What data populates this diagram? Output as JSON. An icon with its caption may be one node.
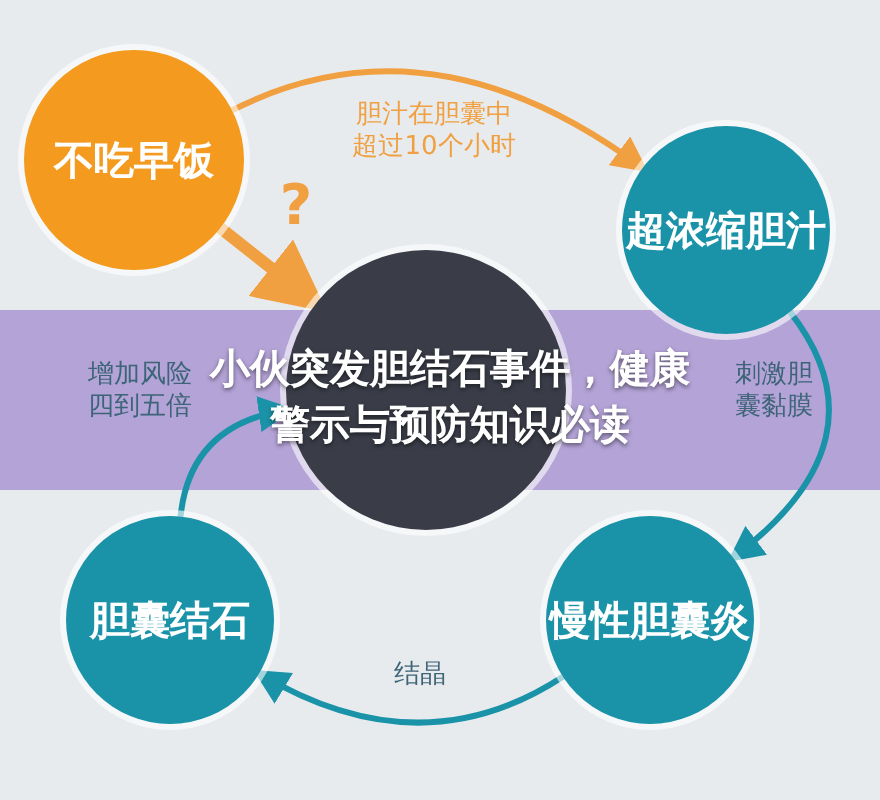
{
  "diagram": {
    "title": "小伙突发胆结石事件，健康警示与预防知识必读",
    "nodes": [
      {
        "text": [
          "不吃早饭"
        ]
      },
      {
        "text": [
          "超浓缩胆汁"
        ]
      },
      {
        "text": [],
        "shape": "circle"
      },
      {
        "text": [
          "胆囊结石"
        ]
      },
      {
        "text": [
          "慢性胆囊炎"
        ]
      }
    ],
    "edges": [
      {
        "from": 0,
        "to": 1,
        "arrow": "to",
        "label": "胆汁在胆囊中超过10个小时",
        "color": "#f0a040"
      },
      {
        "from": 1,
        "to": 4,
        "arrow": "to",
        "label": "刺激胆囊黏膜"
      },
      {
        "from": 4,
        "to": 3,
        "arrow": "to",
        "label": "结晶"
      },
      {
        "from": 3,
        "to": 2,
        "arrow": "to",
        "label": "增加风险四到五倍"
      },
      {
        "from": 0,
        "to": 2,
        "arrow": "to",
        "label": "?",
        "style": "thick",
        "color": "#f0a040"
      }
    ]
  }
}
